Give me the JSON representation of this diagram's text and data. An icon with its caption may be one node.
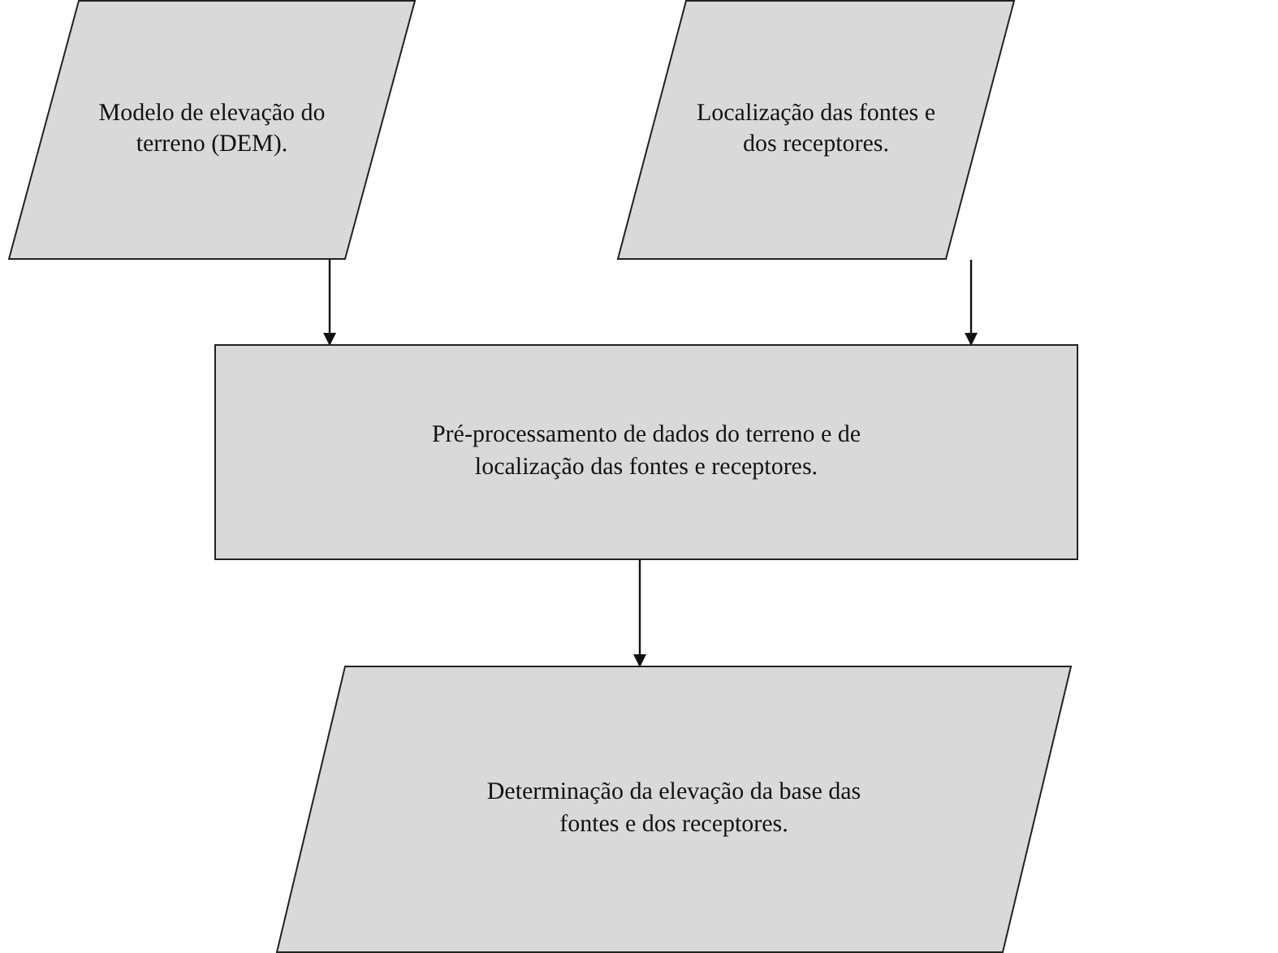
{
  "diagram": {
    "nodes": [
      {
        "text": [
          "Modelo de elevação do terreno (DEM)."
        ]
      },
      {
        "text": [
          "Localização das fontes e dos receptores."
        ]
      },
      {
        "text": [
          "Pré-processamento de dados do terreno e de localização das fontes e receptores."
        ]
      },
      {
        "text": [
          "Determinação da elevação da base das fontes e dos receptores."
        ]
      }
    ],
    "edges": [
      {
        "from": 0,
        "to": 2,
        "arrow": "to"
      },
      {
        "from": 1,
        "to": 2,
        "arrow": "to"
      },
      {
        "from": 2,
        "to": 3,
        "arrow": "to"
      }
    ]
  }
}
